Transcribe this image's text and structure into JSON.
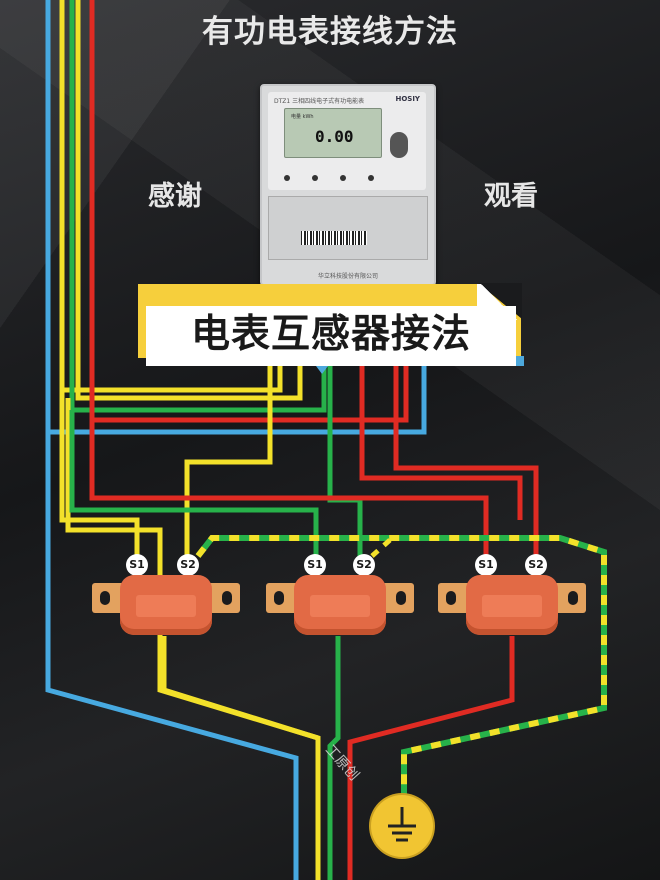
{
  "title": "有功电表接线方法",
  "left_caption": "感谢",
  "right_caption": "观看",
  "banner_text": "电表互感器接法",
  "meter": {
    "model_text": "DTZ1 三相四线电子式有功电能表",
    "brand": "HOSIY",
    "reading": "0.00",
    "lcd_label": "电量 kWh",
    "footer_text": "华立科技股份有限公司"
  },
  "terminals": [
    {
      "ct": 1,
      "s1": "S1",
      "s2": "S2"
    },
    {
      "ct": 2,
      "s1": "S1",
      "s2": "S2"
    },
    {
      "ct": 3,
      "s1": "S1",
      "s2": "S2"
    }
  ],
  "watermark": "工原创",
  "wire_colors": {
    "yellow": "#f3e12a",
    "green": "#27b24a",
    "red": "#e02b23",
    "blue": "#47a9e0",
    "ground_yellow": "#f3e12a",
    "ground_green": "#27b24a"
  },
  "icons": {
    "ground": "ground-icon",
    "current_transformer": "current-transformer-icon",
    "meter": "energy-meter-icon"
  }
}
